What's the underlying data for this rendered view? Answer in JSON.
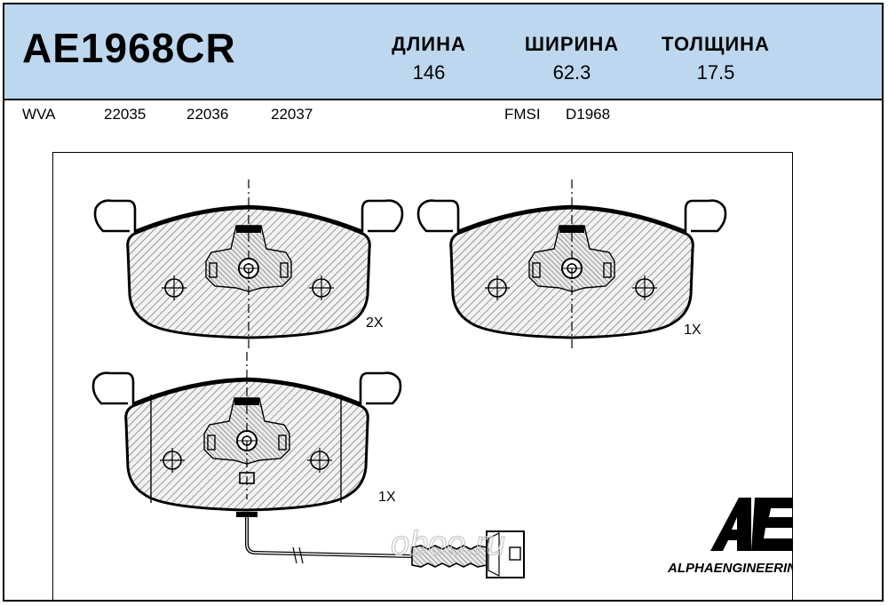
{
  "header": {
    "part_number": "AE1968CR",
    "dimensions": [
      {
        "label": "ДЛИНА",
        "value": "146"
      },
      {
        "label": "ШИРИНА",
        "value": "62.3"
      },
      {
        "label": "ТОЛЩИНА",
        "value": "17.5"
      }
    ]
  },
  "references": {
    "wva_label": "WVA",
    "wva_numbers": [
      "22035",
      "22036",
      "22037"
    ],
    "fmsi_label": "FMSI",
    "fmsi_number": "D1968"
  },
  "drawing": {
    "pad_top_left_qty": "2X",
    "pad_top_right_qty": "1X",
    "pad_bottom_qty": "1X"
  },
  "brand": {
    "logo_text": "AE",
    "name": "ALPHAENGINEERING"
  },
  "watermark": "oboo.ru"
}
